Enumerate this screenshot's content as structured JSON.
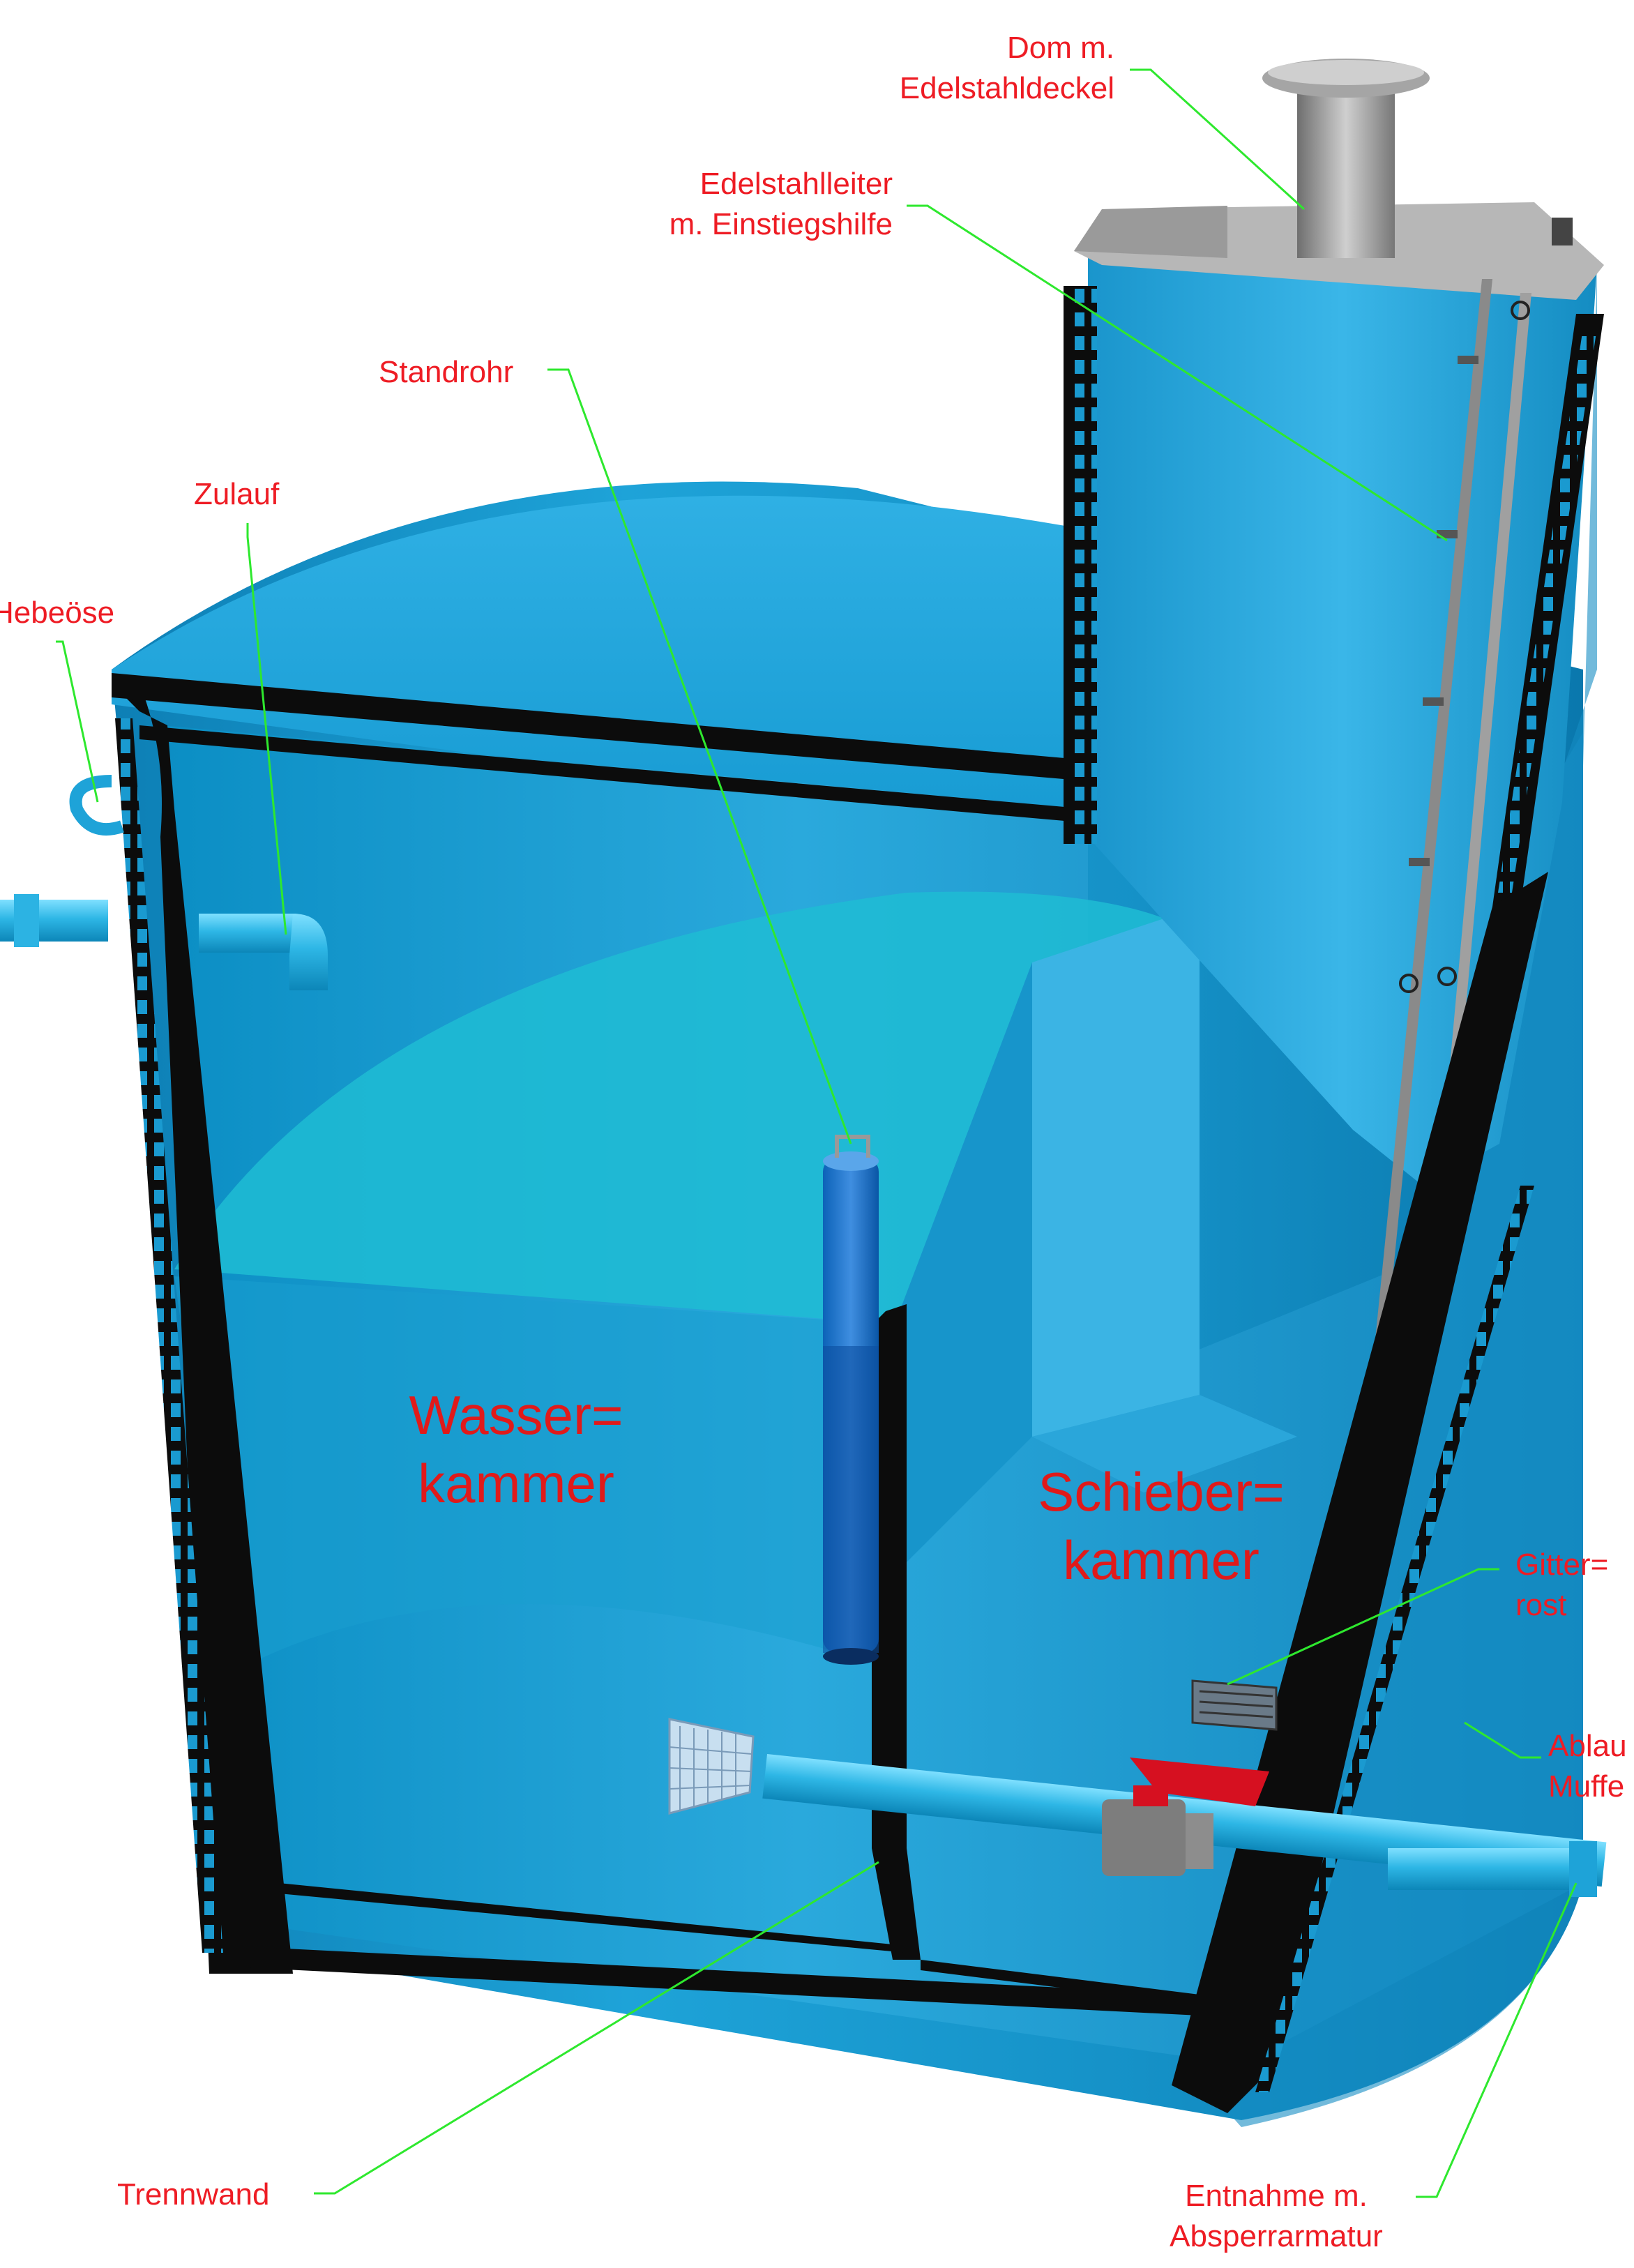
{
  "labels": {
    "dom": [
      "Dom m.",
      "Edelstahldeckel"
    ],
    "leiter": [
      "Edelstahlleiter",
      "m. Einstiegshilfe"
    ],
    "standrohr": "Standrohr",
    "zulauf": "Zulauf",
    "hebeoese": "Hebeöse",
    "gitterrost": [
      "Gitter=",
      "rost"
    ],
    "ablauf": [
      "Ablau",
      "Muffe"
    ],
    "trennwand": "Trennwand",
    "entnahme": [
      "Entnahme m.",
      "Absperrarmatur"
    ]
  },
  "chambers": {
    "wasser": [
      "Wasser=",
      "kammer"
    ],
    "schieber": [
      "Schieber=",
      "kammer"
    ]
  },
  "colors": {
    "label_text": "#ee1c24",
    "leader_line": "#2ee82e",
    "tank_blue": "#1591c7",
    "tank_dark": "#0a6fa0",
    "tank_light": "#3ab0e0",
    "water": "#1fbcd4",
    "wall_black": "#0c0c0c",
    "valve_red": "#d61020",
    "steel_grey": "#9a9a9a"
  },
  "icons": {
    "valve": "ball-valve-icon",
    "strainer": "suction-strainer-icon",
    "grate": "grating-icon"
  }
}
